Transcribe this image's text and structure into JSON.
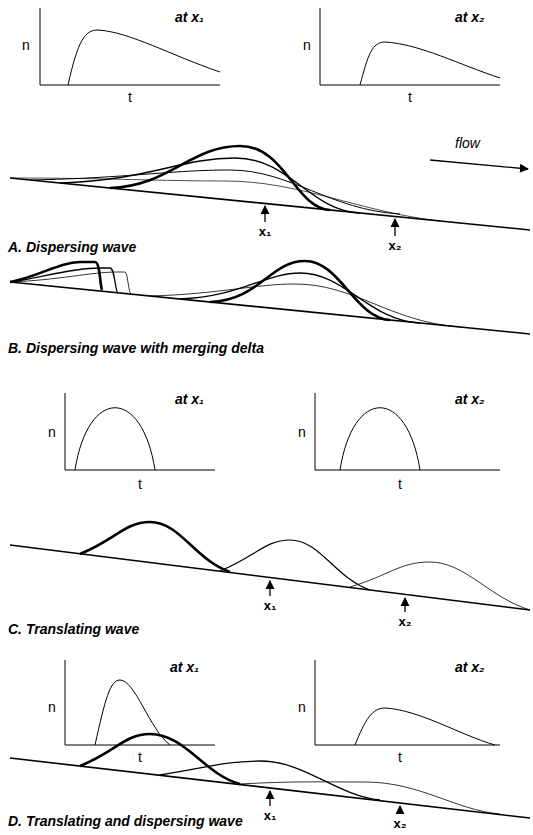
{
  "diagram": {
    "labels": [
      "n",
      "t",
      "at x₁",
      "n",
      "t",
      "at x₂",
      "flow",
      "x₁",
      "x₂",
      "A. Dispersing wave",
      "B. Dispersing wave with merging delta",
      "n",
      "t",
      "at x₁",
      "n",
      "t",
      "at x₂",
      "x₁",
      "x₂",
      "C. Translating wave",
      "n",
      "t",
      "at x₁",
      "n",
      "t",
      "at x₂",
      "x₁",
      "x₂",
      "D. Translating and dispersing wave"
    ]
  }
}
